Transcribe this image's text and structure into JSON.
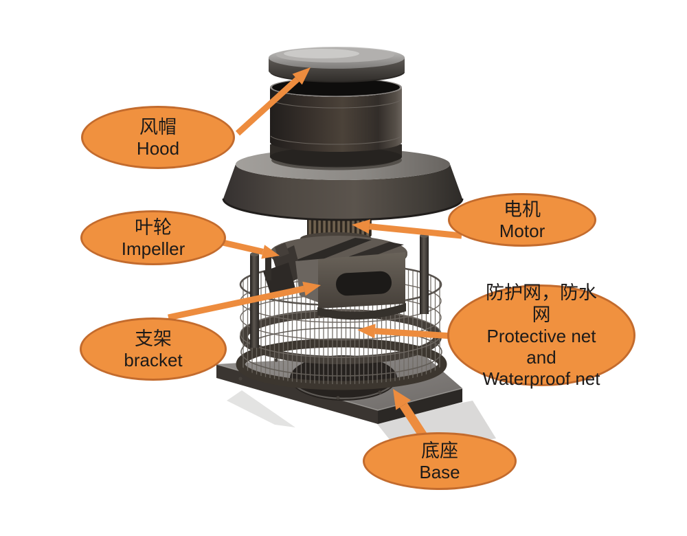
{
  "background": "#ffffff",
  "colors": {
    "ellipse_fill": "#F0913F",
    "ellipse_border": "#C36B2D",
    "arrow": "#ED8C3E",
    "text": "#1c1a19"
  },
  "labels": [
    {
      "name": "hood",
      "lines": [
        "风帽",
        "Hood"
      ]
    },
    {
      "name": "impeller",
      "lines": [
        "叶轮",
        "Impeller"
      ]
    },
    {
      "name": "bracket",
      "lines": [
        "支架",
        "bracket"
      ]
    },
    {
      "name": "motor",
      "lines": [
        "电机",
        "Motor"
      ]
    },
    {
      "name": "protective-net",
      "lines": [
        "防护网，防水",
        "网",
        "Protective net",
        "and",
        "Waterproof net"
      ]
    },
    {
      "name": "base",
      "lines": [
        "底座",
        "Base"
      ]
    }
  ]
}
